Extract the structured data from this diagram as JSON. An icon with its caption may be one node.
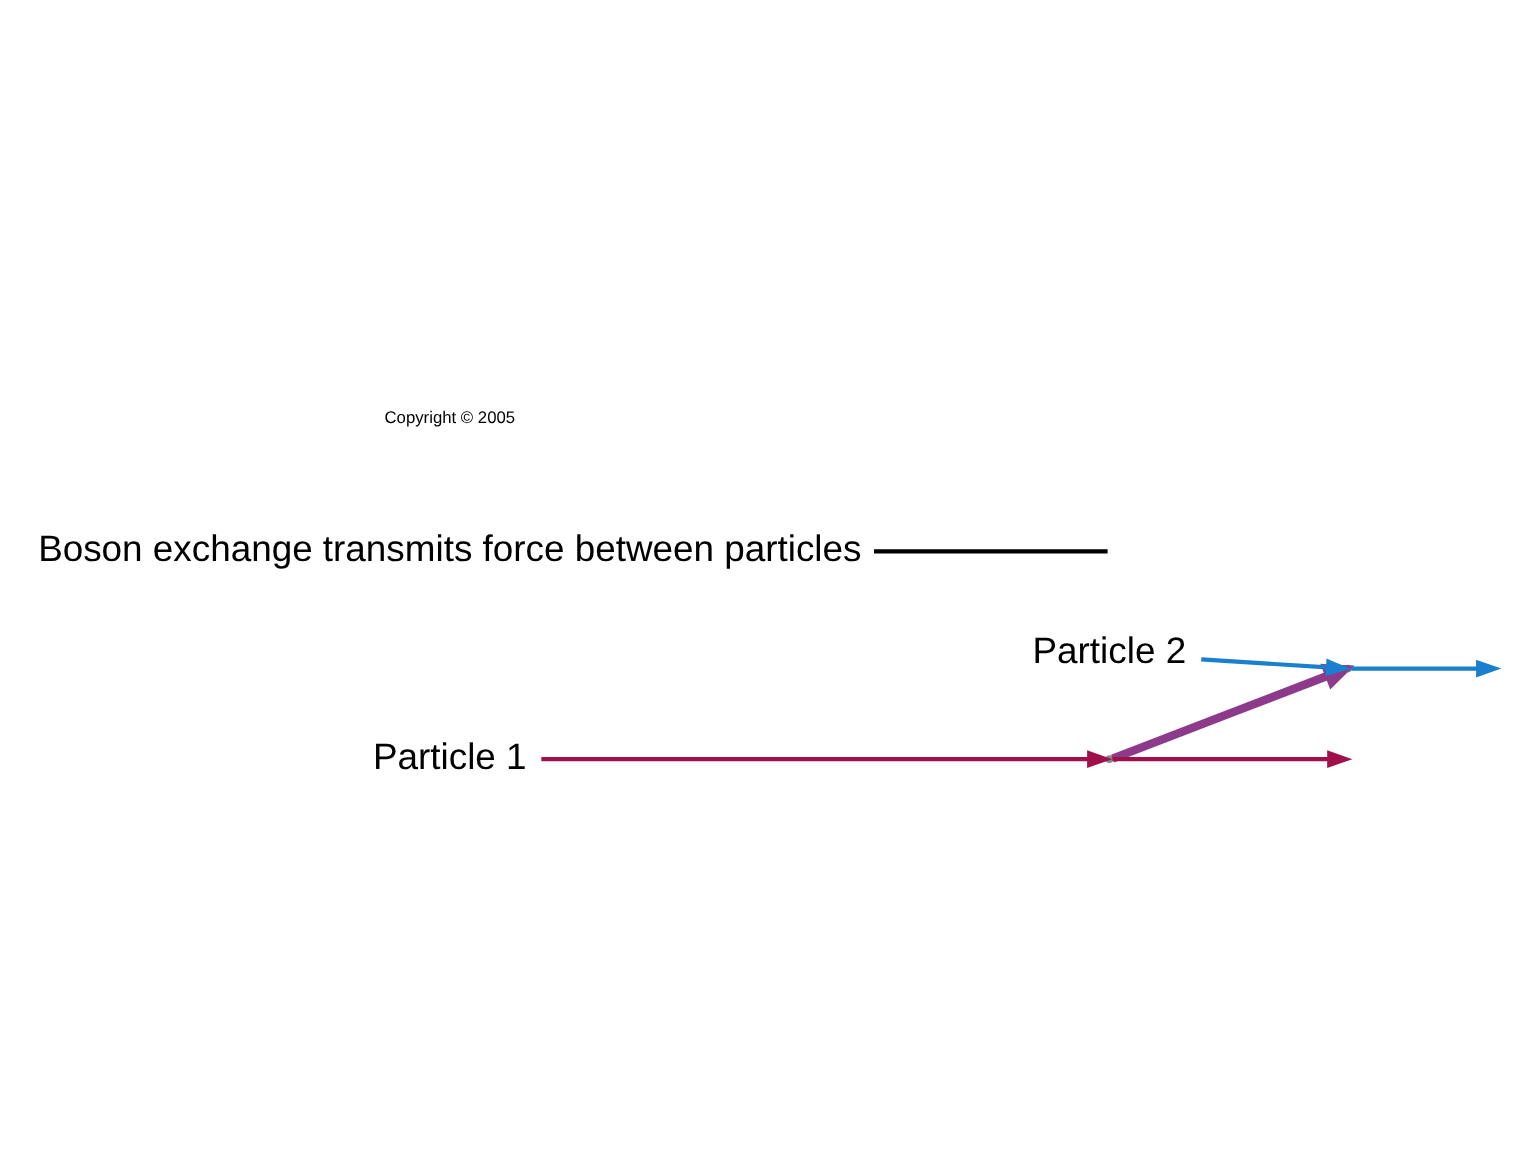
{
  "diagram": {
    "nodes": [
      {
        "text": [
          "Particle 1"
        ]
      },
      {
        "text": [],
        "shape": "point"
      },
      {
        "text": [],
        "shape": "point"
      },
      {
        "text": [
          "Particle 2"
        ]
      },
      {
        "text": [
          "Boson exchange transmits force between particles"
        ]
      }
    ],
    "edges": [
      {
        "from": 0,
        "to": 1,
        "arrow": "to",
        "color": "#a0104a"
      },
      {
        "from": 1,
        "to": null,
        "arrow": "to",
        "color": "#a0104a"
      },
      {
        "from": 1,
        "to": 2,
        "arrow": "to",
        "style": "thick",
        "color": "#8e3a8a"
      },
      {
        "from": 3,
        "to": 2,
        "arrow": "to",
        "color": "#1a7fcf"
      },
      {
        "from": 2,
        "to": null,
        "arrow": "to",
        "color": "#1a7fcf"
      },
      {
        "from": 4,
        "to": null,
        "arrow": "none",
        "color": "#000000"
      }
    ],
    "labels": [
      "Copyright © 2005"
    ]
  }
}
